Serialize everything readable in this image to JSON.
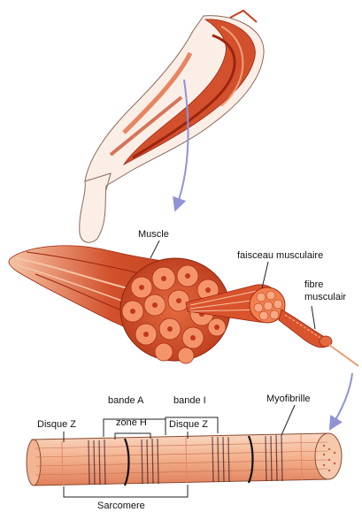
{
  "colors": {
    "muscle_dark": "#9c2410",
    "muscle_mid": "#d2512c",
    "muscle_light": "#f2a07a",
    "muscle_pale": "#f8d3bd",
    "arrow": "#8f93d6",
    "line": "#222222"
  },
  "labels": {
    "muscle": "Muscle",
    "fascicle": "faisceau musculaire",
    "fiber_line1": "fibre",
    "fiber_line2": "musculair",
    "myofibril": "Myofibrille",
    "band_a": "bande A",
    "band_i": "bande I",
    "zone_h": "zone H",
    "z_disc_left": "Disque Z",
    "z_disc_right": "Disque Z",
    "sarcomere": "Sarcomere"
  }
}
